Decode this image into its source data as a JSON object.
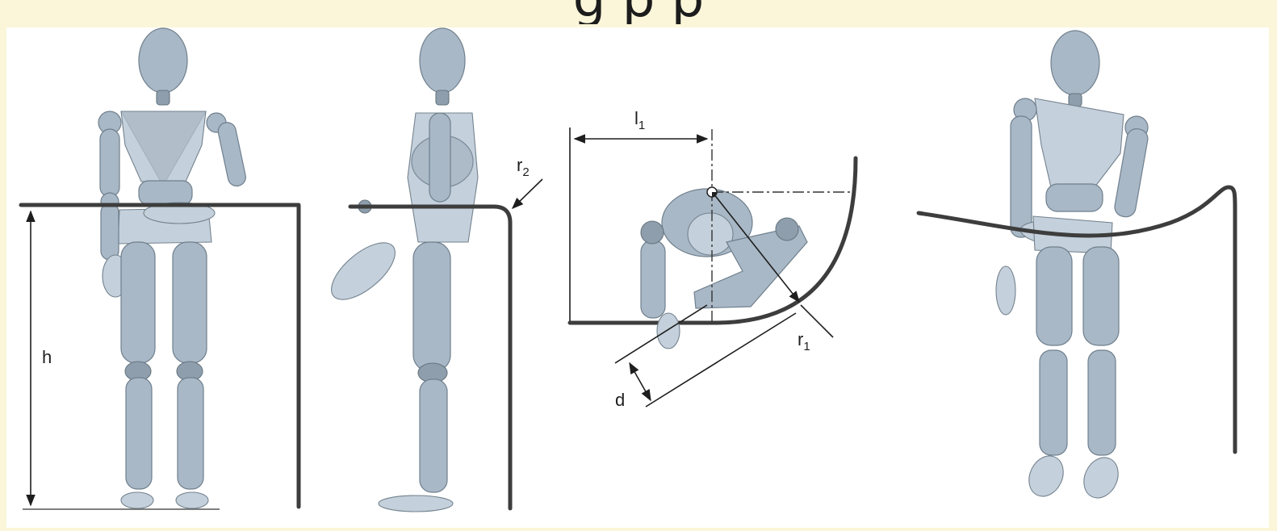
{
  "heading": {
    "text": "g  p  p"
  },
  "labels": {
    "h": "h",
    "r1_main": "r",
    "r1_sub": "1",
    "r2_main": "r",
    "r2_sub": "2",
    "l1_main": "l",
    "l1_sub": "1",
    "d": "d"
  },
  "colors": {
    "banner": "#fbf6d9",
    "mannequin": "#a9b8c6",
    "rail": "#3d3d3d",
    "dimension": "#1e1e1e"
  }
}
